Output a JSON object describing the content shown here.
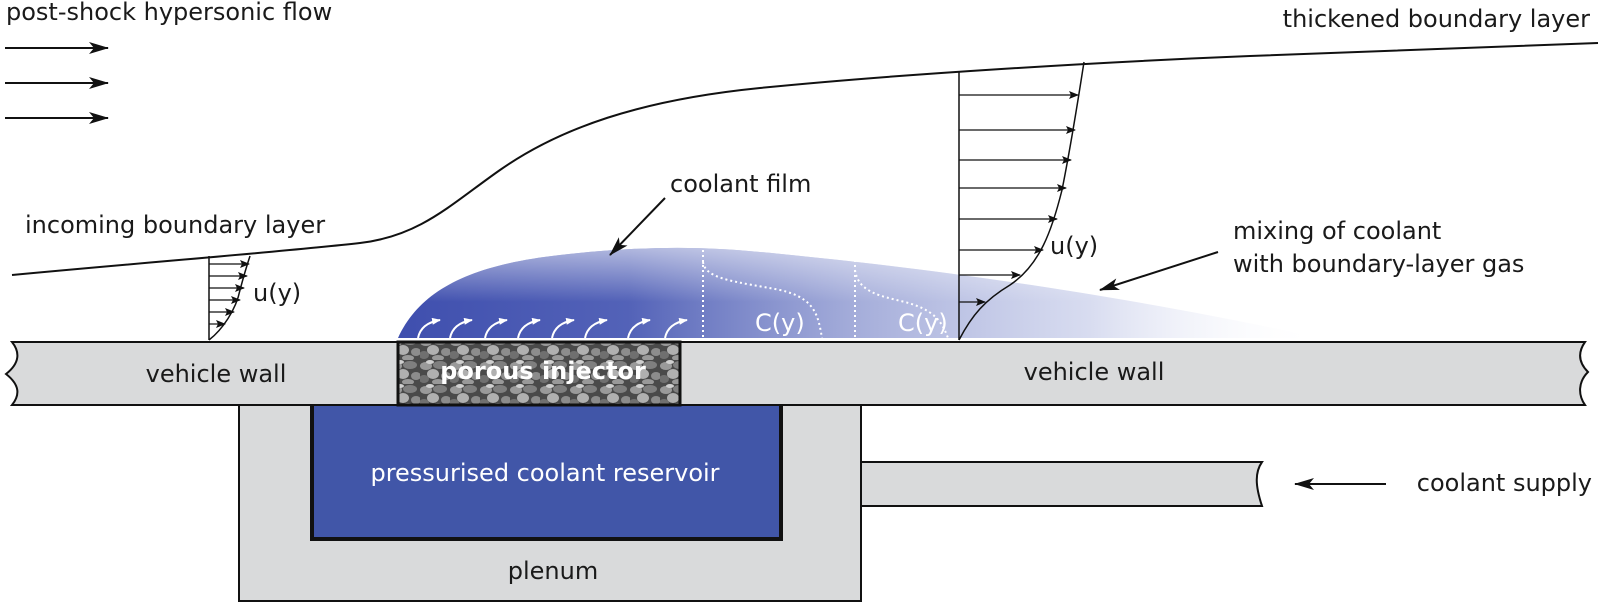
{
  "labels": {
    "post_shock_flow": "post-shock hypersonic flow",
    "thickened_bl": "thickened boundary layer",
    "incoming_bl": "incoming boundary layer",
    "coolant_film": "coolant film",
    "mixing_line1": "mixing of coolant",
    "mixing_line2": "with boundary-layer gas",
    "u_profile_1": "u(y)",
    "u_profile_2": "u(y)",
    "c_profile_1": "C(y)",
    "c_profile_2": "C(y)",
    "vehicle_wall_left": "vehicle wall",
    "vehicle_wall_right": "vehicle wall",
    "porous_injector": "porous injector",
    "reservoir": "pressurised coolant reservoir",
    "plenum": "plenum",
    "coolant_supply": "coolant supply"
  },
  "colors": {
    "coolant_blue": "#4156a8",
    "wall_gray": "#d9dadb",
    "line_black": "#111111",
    "porous_dark": "#5a5a5a"
  }
}
